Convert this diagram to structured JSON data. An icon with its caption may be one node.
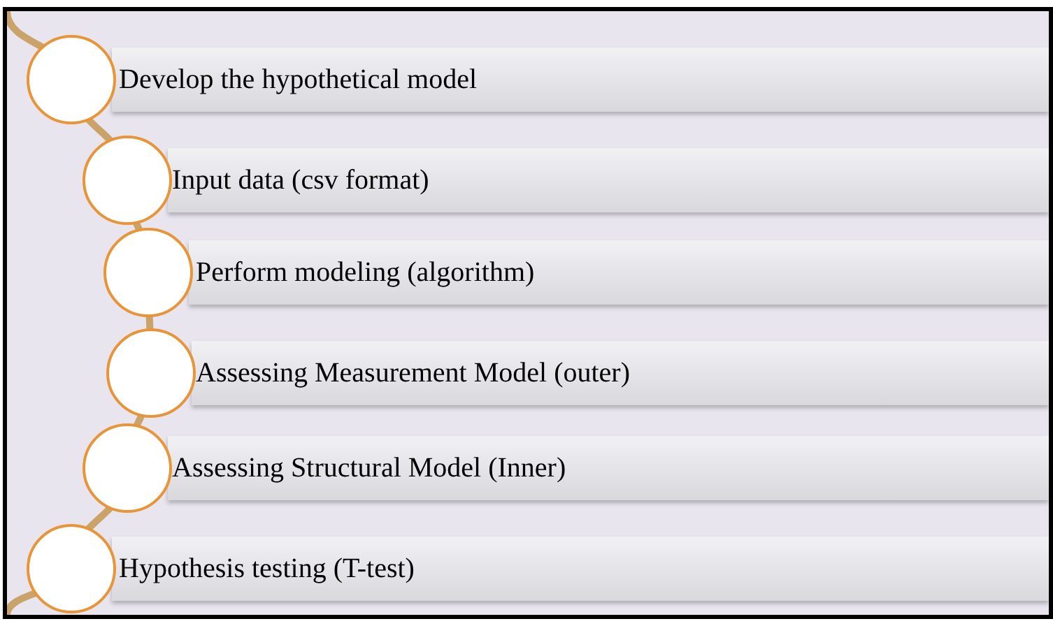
{
  "diagram": {
    "nodes": [
      {
        "text": [
          "Develop the hypothetical model"
        ]
      },
      {
        "text": [
          "Input data (csv format)"
        ]
      },
      {
        "text": [
          "Perform modeling (algorithm)"
        ]
      },
      {
        "text": [
          "Assessing Measurement Model (outer)"
        ]
      },
      {
        "text": [
          "Assessing Structural Model (Inner)"
        ]
      },
      {
        "text": [
          "Hypothesis testing (T-test)"
        ]
      }
    ]
  }
}
